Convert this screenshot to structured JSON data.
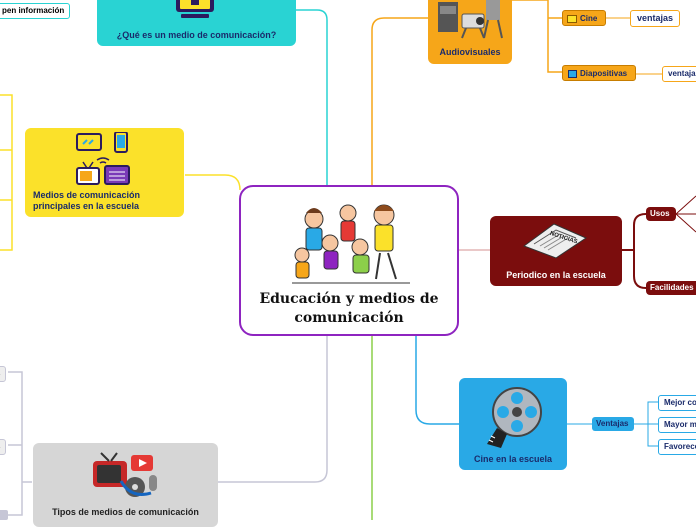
{
  "central": {
    "title": "Educación y medios de comunicación"
  },
  "nodes": {
    "que_es": {
      "label": "¿Qué es un medio de comunicación?",
      "color": "#29d3d3"
    },
    "medios_principales": {
      "label": "Medios de comunicación principales en la escuela",
      "color": "#fbe12a"
    },
    "tipos": {
      "label": "Tipos de medios de comunicación",
      "color": "#d6d6d6"
    },
    "audiovisuales": {
      "label": "Audiovisuales",
      "color": "#f6a619"
    },
    "periodico": {
      "label": "Periodico en la escuela",
      "color": "#7b0d0d"
    },
    "cine_escuela": {
      "label": "Cine en la escuela",
      "color": "#29a9e6"
    }
  },
  "labels": {
    "info": "pen información",
    "cine": "Cine",
    "ventajas_cine": "ventajas",
    "diapositivas": "Diapositivas",
    "ventajas_diap": "ventaja",
    "usos": "Usos",
    "facilidades": "Facilidades",
    "ventajas_film": "Ventajas",
    "mejor": "Mejor co",
    "mayor": "Mayor m",
    "favorece": "Favorece",
    "left_s1": "s",
    "left_s2": "s"
  },
  "icons": [
    "monitor-icon",
    "devices-icon",
    "film-reel-icon",
    "newspaper-icon",
    "projector-icon",
    "tv-media-icon",
    "children-illustration"
  ]
}
